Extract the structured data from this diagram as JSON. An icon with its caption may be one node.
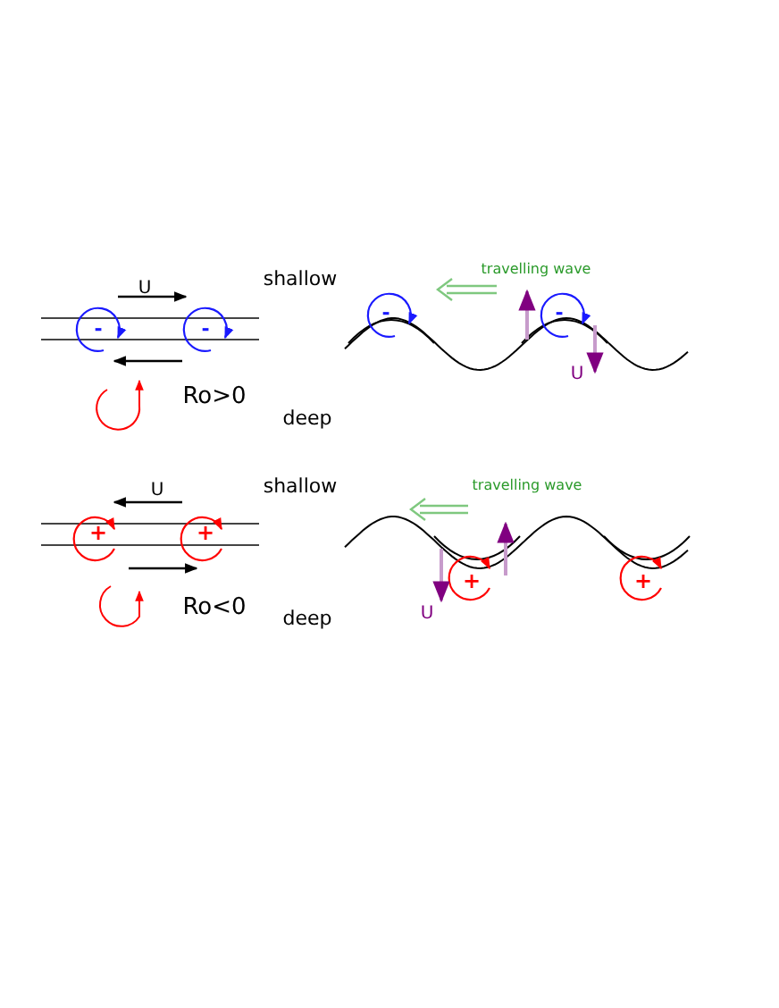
{
  "diagram": {
    "labels": [
      "U",
      "shallow",
      "travelling wave",
      "-",
      "-",
      "-",
      "-",
      "U",
      "Ro>0",
      "deep",
      "U",
      "shallow",
      "travelling wave",
      "U",
      "+",
      "+",
      "+",
      "+",
      "Ro<0",
      "deep"
    ]
  }
}
